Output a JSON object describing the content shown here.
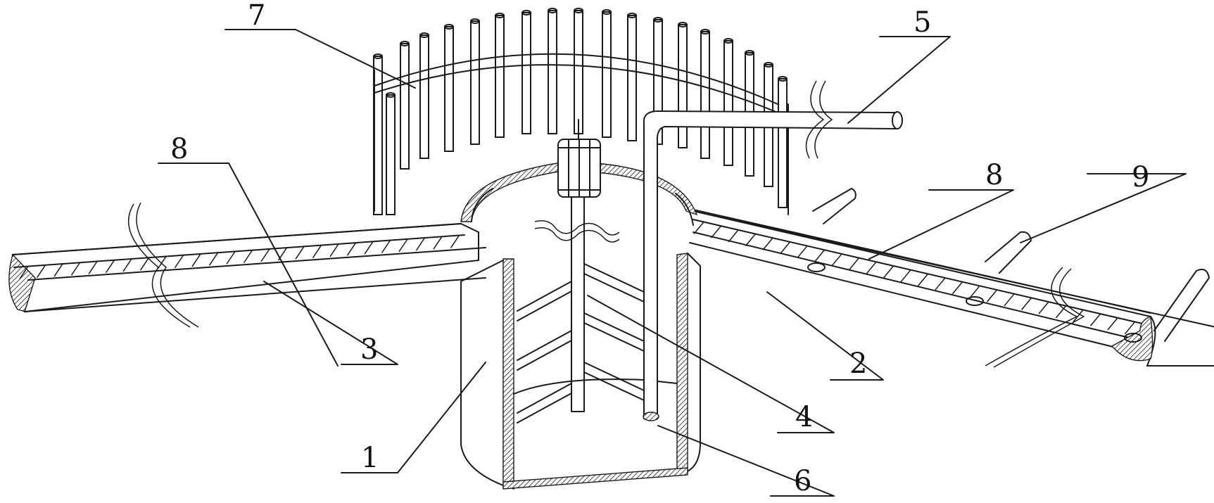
{
  "labels": [
    {
      "id": "1",
      "text": "1"
    },
    {
      "id": "2",
      "text": "2"
    },
    {
      "id": "3",
      "text": "3"
    },
    {
      "id": "4",
      "text": "4"
    },
    {
      "id": "5",
      "text": "5"
    },
    {
      "id": "6",
      "text": "6"
    },
    {
      "id": "7",
      "text": "7"
    },
    {
      "id": "8a",
      "text": "8"
    },
    {
      "id": "8b",
      "text": "8"
    },
    {
      "id": "9",
      "text": "9"
    }
  ]
}
